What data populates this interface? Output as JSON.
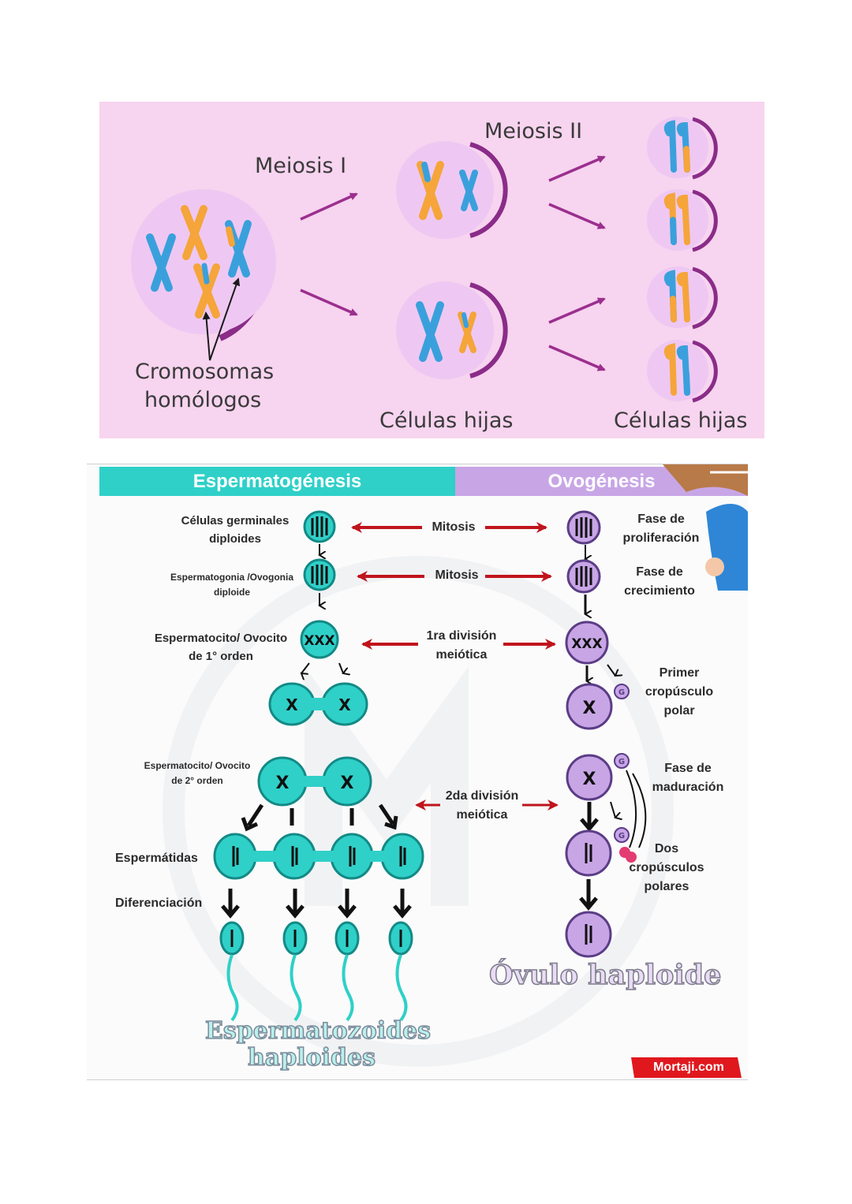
{
  "meiosis": {
    "meiosis1_label": "Meiosis I",
    "meiosis2_label": "Meiosis II",
    "homologous_label_line1": "Cromosomas",
    "homologous_label_line2": "homólogos",
    "daughter_cells_label_1": "Células hijas",
    "daughter_cells_label_2": "Células hijas",
    "colors": {
      "background": "#f7d4ef",
      "cell": "#eec8f3",
      "rim": "#8a2c88",
      "arrow": "#9b2f8e",
      "blue": "#3aa0dc",
      "orange": "#f5a53a"
    }
  },
  "gametogenesis": {
    "header_left": "Espermatogénesis",
    "header_right": "Ovogénesis",
    "left_labels": {
      "germ_cells": [
        "Células germinales",
        "diploides"
      ],
      "spermatogonia": [
        "Espermatogonia /Ovogonia",
        "diploide"
      ],
      "spermatocyte1": [
        "Espermatocito/ Ovocito",
        "de 1° orden"
      ],
      "spermatocyte2": [
        "Espermatocito/ Ovocito",
        "de 2° orden"
      ],
      "spermatids": "Espermátidas",
      "differentiation": "Diferenciación"
    },
    "center_labels": {
      "mitosis1": "Mitosis",
      "mitosis2": "Mitosis",
      "meiotic1": [
        "1ra división",
        "meiótica"
      ],
      "meiotic2": [
        "2da división",
        "meiótica"
      ]
    },
    "right_labels": {
      "proliferation": [
        "Fase de",
        "proliferación"
      ],
      "growth": [
        "Fase de",
        "crecimiento"
      ],
      "polar_body": [
        "Primer",
        "cropúsculo",
        "polar"
      ],
      "maturation": [
        "Fase de",
        "maduración"
      ],
      "two_polar": [
        "Dos",
        "cropúsculos",
        "polares"
      ]
    },
    "result_left": [
      "Espermatozoides",
      "haploides"
    ],
    "result_right": "Óvulo haploide",
    "brand": "Mortaji.com",
    "colors": {
      "teal": "#2fd0c8",
      "teal_dark": "#138a86",
      "lilac": "#c8a6e6",
      "purple_dark": "#5b3d86",
      "red_arrow": "#c0141c",
      "brand_red": "#e0181e"
    }
  }
}
